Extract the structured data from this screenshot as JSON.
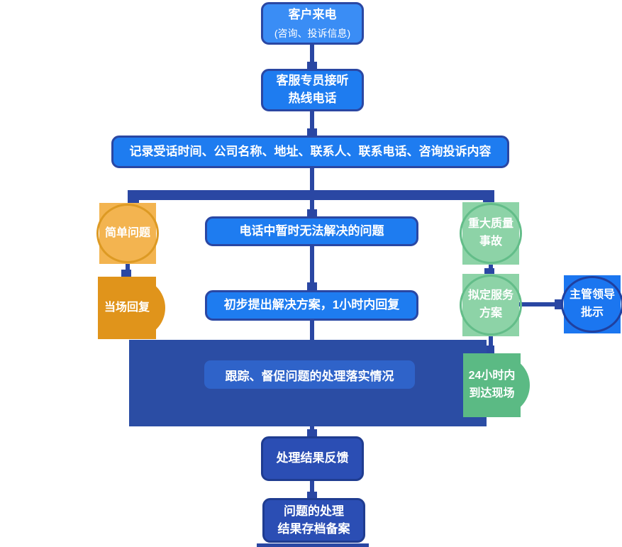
{
  "diagram": {
    "type": "flowchart",
    "language": "zh-CN",
    "nodes": {
      "incoming_call": {
        "title": "客户来电",
        "subtitle": "(咨询、投诉信息)"
      },
      "agent_answer": {
        "line1": "客服专员接听",
        "line2": "热线电话"
      },
      "record_info": {
        "label": "记录受话时间、公司名称、地址、联系人、联系电话、咨询投诉内容"
      },
      "simple_issue": {
        "label": "简单问题"
      },
      "onsite_reply": {
        "label": "当场回复"
      },
      "phone_unsolved": {
        "label": "电话中暂时无法解决的问题"
      },
      "initial_solution": {
        "label": "初步提出解决方案，1小时内回复"
      },
      "major_accident": {
        "line1": "重大质量",
        "line2": "事故"
      },
      "service_plan": {
        "line1": "拟定服务",
        "line2": "方案"
      },
      "leader_approval": {
        "line1": "主管领导",
        "line2": "批示"
      },
      "arrive_24h": {
        "line1": "24小时内",
        "line2": "到达现场"
      },
      "track_supervise": {
        "label": "跟踪、督促问题的处理落实情况"
      },
      "result_feedback": {
        "label": "处理结果反馈"
      },
      "archive": {
        "line1": "问题的处理",
        "line2": "结果存档备案"
      }
    },
    "colors": {
      "process_blue": "#1e7cf0",
      "process_blue_light": "#3a8df5",
      "connector_navy": "#2a47a3",
      "deep_blue_box": "#2b4eb4",
      "container_band_blue": "#2b4da4",
      "container_inner_blue": "#2f63c9",
      "orange_light": "#f3b450",
      "orange_ring": "#dd9a24",
      "orange_dark": "#e0941b",
      "green_light": "#8dd3a7",
      "green_ring": "#63bd89",
      "green_medium": "#5bba84",
      "badge_blue": "#1b76f0",
      "badge_blue_ring": "#20409f",
      "text": "#ffffff",
      "background": "#ffffff"
    }
  }
}
